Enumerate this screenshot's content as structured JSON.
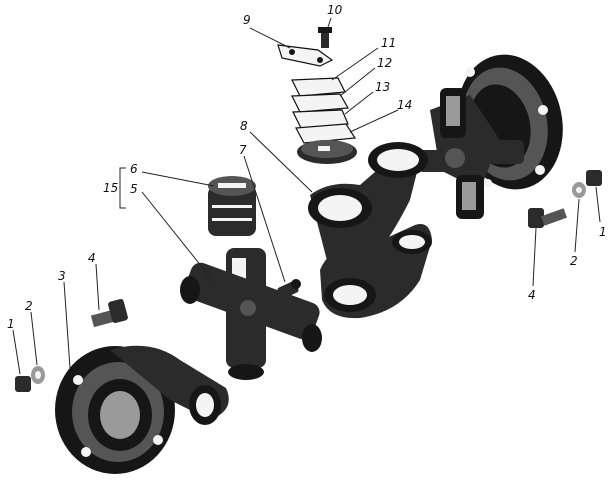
{
  "diagram": {
    "type": "exploded-assembly",
    "callouts": [
      {
        "id": "l9",
        "text": "9"
      },
      {
        "id": "l10",
        "text": "10"
      },
      {
        "id": "l11",
        "text": "11"
      },
      {
        "id": "l12",
        "text": "12"
      },
      {
        "id": "l13",
        "text": "13"
      },
      {
        "id": "l14",
        "text": "14"
      },
      {
        "id": "l8",
        "text": "8"
      },
      {
        "id": "l7",
        "text": "7"
      },
      {
        "id": "l6",
        "text": "6"
      },
      {
        "id": "l5",
        "text": "5"
      },
      {
        "id": "l15",
        "text": "15"
      },
      {
        "id": "l1r",
        "text": "1"
      },
      {
        "id": "l2r",
        "text": "2"
      },
      {
        "id": "l4r",
        "text": "4"
      },
      {
        "id": "l4l",
        "text": "4"
      },
      {
        "id": "l3",
        "text": "3"
      },
      {
        "id": "l1l",
        "text": "1"
      },
      {
        "id": "l2l",
        "text": "2"
      }
    ]
  }
}
